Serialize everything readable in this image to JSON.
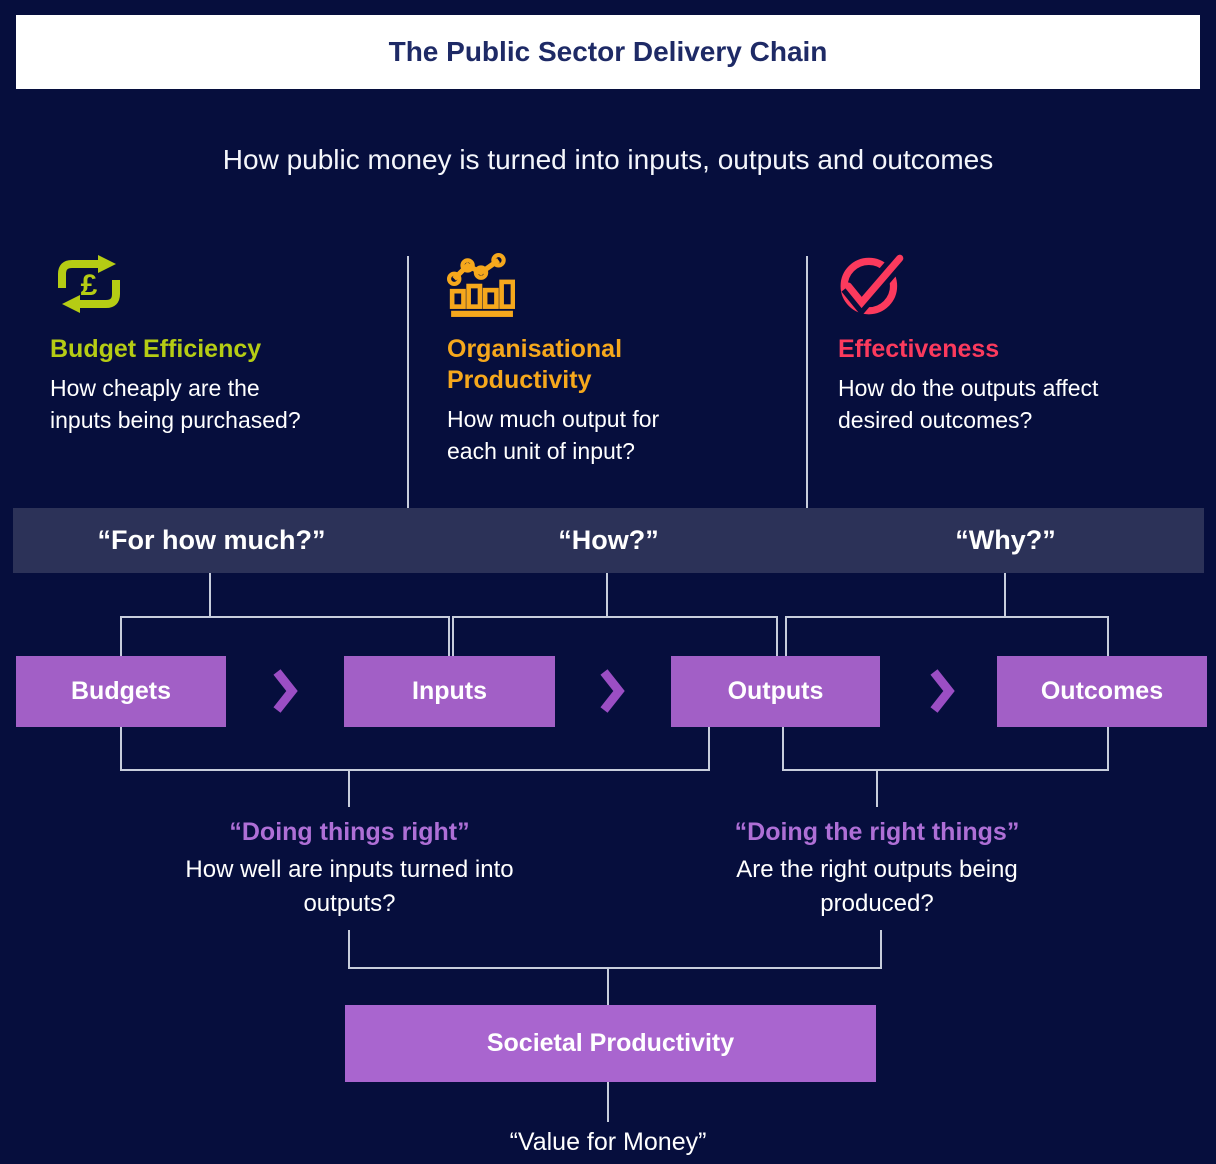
{
  "header": {
    "title": "The Public Sector Delivery Chain"
  },
  "subtitle": "How public money is turned into inputs, outputs and outcomes",
  "criteria": [
    {
      "icon": "money-cycle-icon",
      "heading": "Budget Efficiency",
      "description": "How cheaply are the inputs being purchased?",
      "question": "“For how much?”",
      "accent_color": "#b5cc14"
    },
    {
      "icon": "bar-line-chart-icon",
      "heading": "Organisational Productivity",
      "description": "How much output for each unit of input?",
      "question": "“How?”",
      "accent_color": "#f6a81c"
    },
    {
      "icon": "check-circle-icon",
      "heading": "Effectiveness",
      "description": "How do the outputs affect desired outcomes?",
      "question": "“Why?”",
      "accent_color": "#fb3a5d"
    }
  ],
  "chain": {
    "stages": [
      "Budgets",
      "Inputs",
      "Outputs",
      "Outcomes"
    ],
    "connector_icon": "chevron-right-icon"
  },
  "annotations": {
    "doing_things_right": {
      "title": "“Doing things right”",
      "description": "How well are inputs turned into outputs?"
    },
    "doing_the_right_things": {
      "title": "“Doing the right things”",
      "description": "Are the right outputs being produced?"
    }
  },
  "result": {
    "label": "Societal Productivity",
    "caption": "“Value for Money”"
  },
  "colors": {
    "background_navy": "#060e3d",
    "band_slate": "#2c3258",
    "chain_box_purple": "#a25fc6",
    "societal_box_purple": "#a965cf",
    "chevron_purple": "#9b4ec4",
    "annotation_purple": "#ae6fd6",
    "budget_green": "#b5cc14",
    "productivity_orange": "#f6a81c",
    "effectiveness_red": "#fb3a5d",
    "title_navy": "#1e2a66",
    "connector_line": "#c7cddc"
  }
}
